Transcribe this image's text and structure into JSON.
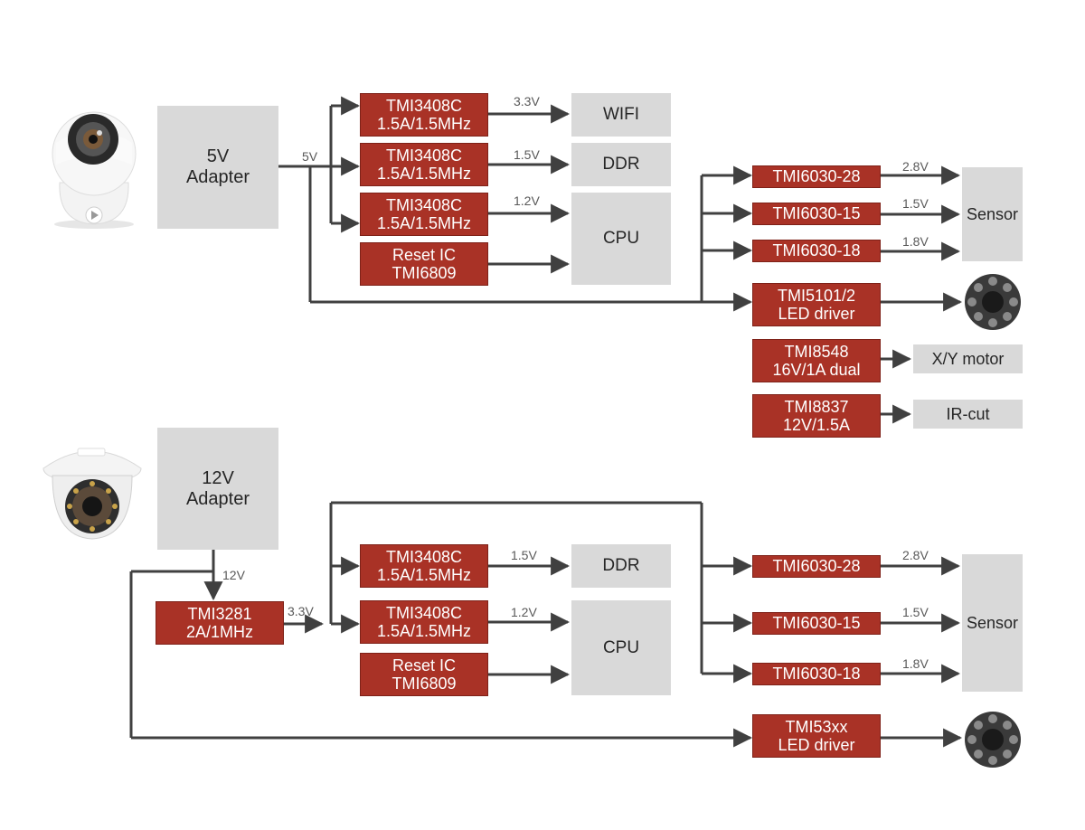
{
  "section1": {
    "adapter": {
      "line1": "5V",
      "line2": "Adapter"
    },
    "trunk_label": "5V",
    "regulators": [
      {
        "line1": "TMI3408C",
        "line2": "1.5A/1.5MHz",
        "rail": "3.3V"
      },
      {
        "line1": "TMI3408C",
        "line2": "1.5A/1.5MHz",
        "rail": "1.5V"
      },
      {
        "line1": "TMI3408C",
        "line2": "1.5A/1.5MHz",
        "rail": "1.2V"
      }
    ],
    "reset": {
      "line1": "Reset IC",
      "line2": "TMI6809"
    },
    "loads": {
      "wifi": "WIFI",
      "ddr": "DDR",
      "cpu": "CPU"
    },
    "ldos": [
      {
        "name": "TMI6030-28",
        "rail": "2.8V"
      },
      {
        "name": "TMI6030-15",
        "rail": "1.5V"
      },
      {
        "name": "TMI6030-18",
        "rail": "1.8V"
      }
    ],
    "sensor": "Sensor",
    "led_driver": {
      "line1": "TMI5101/2",
      "line2": "LED driver"
    },
    "motor_driver": {
      "line1": "TMI8548",
      "line2": "16V/1A dual"
    },
    "motor": "X/Y motor",
    "ircut_driver": {
      "line1": "TMI8837",
      "line2": "12V/1.5A"
    },
    "ircut": "IR-cut"
  },
  "section2": {
    "adapter": {
      "line1": "12V",
      "line2": "Adapter"
    },
    "adapter_out_label": "12V",
    "buck": {
      "line1": "TMI3281",
      "line2": "2A/1MHz"
    },
    "buck_out_label": "3.3V",
    "regulators": [
      {
        "line1": "TMI3408C",
        "line2": "1.5A/1.5MHz",
        "rail": "1.5V"
      },
      {
        "line1": "TMI3408C",
        "line2": "1.5A/1.5MHz",
        "rail": "1.2V"
      }
    ],
    "reset": {
      "line1": "Reset IC",
      "line2": "TMI6809"
    },
    "loads": {
      "ddr": "DDR",
      "cpu": "CPU"
    },
    "ldos": [
      {
        "name": "TMI6030-28",
        "rail": "2.8V"
      },
      {
        "name": "TMI6030-15",
        "rail": "1.5V"
      },
      {
        "name": "TMI6030-18",
        "rail": "1.8V"
      }
    ],
    "sensor": "Sensor",
    "led_driver": {
      "line1": "TMI53xx",
      "line2": "LED driver"
    }
  },
  "colors": {
    "chip": "#a93226",
    "block": "#d9d9d9",
    "wire": "#404040"
  },
  "images": {
    "camera1": "ptz-dome-camera-icon",
    "camera2": "dome-camera-icon",
    "ir_led": "ir-led-ring-icon"
  }
}
